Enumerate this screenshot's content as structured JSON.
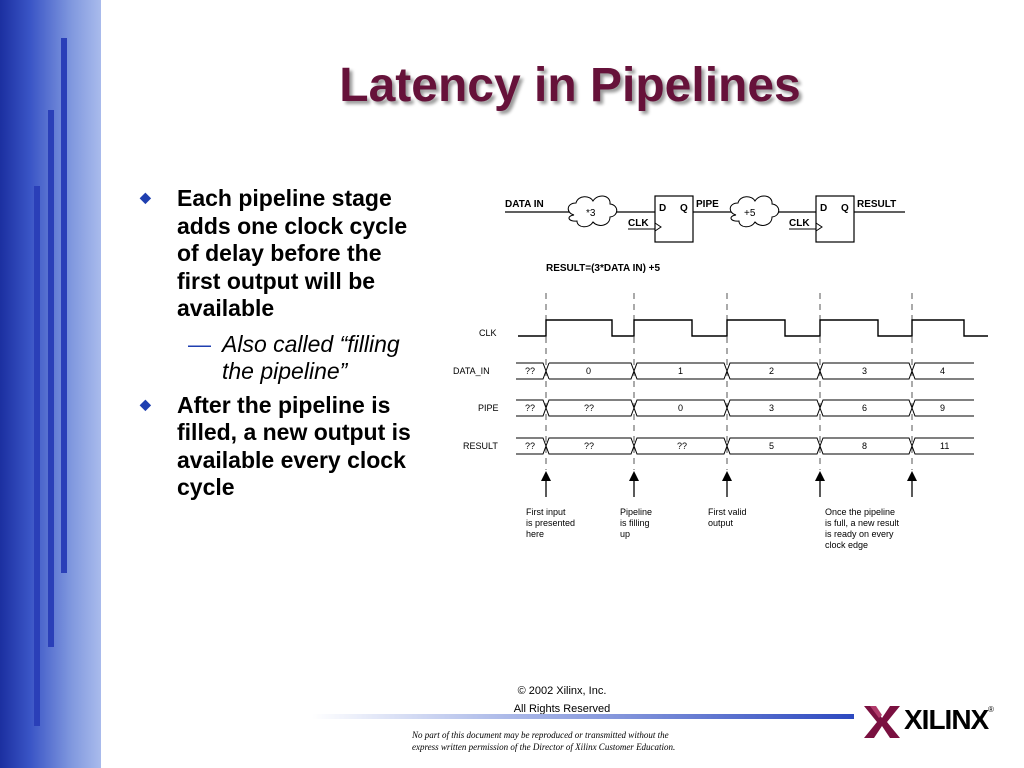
{
  "slide": {
    "title": "Latency in Pipelines",
    "bullets": [
      {
        "text": "Each pipeline stage adds one clock cycle of delay before the first output will be available",
        "sub": {
          "dash": "—",
          "text": "Also called “filling the pipeline”"
        }
      },
      {
        "text": "After the pipeline is filled, a new output is available every clock cycle"
      }
    ]
  },
  "diagram": {
    "block": {
      "data_in_label": "DATA IN",
      "op1": "*3",
      "op2": "+5",
      "ff_d": "D",
      "ff_q": "Q",
      "clk_label": "CLK",
      "pipe_label": "PIPE",
      "result_label": "RESULT",
      "equation": "RESULT=(3*DATA IN) +5"
    },
    "timing": {
      "clk_label": "CLK",
      "signals": [
        {
          "name": "DATA_IN",
          "values": [
            "??",
            "0",
            "1",
            "2",
            "3",
            "4"
          ]
        },
        {
          "name": "PIPE",
          "values": [
            "??",
            "??",
            "0",
            "3",
            "6",
            "9"
          ]
        },
        {
          "name": "RESULT",
          "values": [
            "??",
            "??",
            "??",
            "5",
            "8",
            "11"
          ]
        }
      ],
      "annotations": [
        {
          "lines": [
            "First input",
            "is presented",
            "here"
          ]
        },
        {
          "lines": [
            "Pipeline",
            "is filling",
            "up"
          ]
        },
        {
          "lines": [
            "First valid",
            "output"
          ]
        },
        {
          "lines": [
            "Once the pipeline",
            "is full, a new result",
            "is ready on every",
            "clock edge"
          ]
        }
      ]
    }
  },
  "footer": {
    "copyright": "© 2002 Xilinx, Inc.",
    "rights": "All Rights Reserved",
    "notice_line1": "No part of this document may be reproduced or transmitted without the",
    "notice_line2": "express written permission of the Director of Xilinx Customer Education.",
    "logo_text": "XILINX",
    "logo_reg": "®"
  },
  "colors": {
    "title": "#66123a",
    "bullet_mark": "#1f3fb0",
    "sidebar": "#2a3fb8",
    "logo_mark": "#7a1040"
  }
}
